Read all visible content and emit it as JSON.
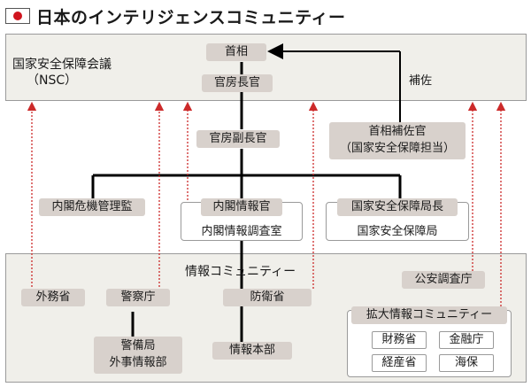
{
  "title": "日本のインテリジェンスコミュニティー",
  "colors": {
    "flag_red": "#d0141e",
    "node_fill": "#d8d1cc",
    "band_fill": "#f0efea",
    "dotted_arrow": "#cc2a2a",
    "line": "#000000"
  },
  "icons": {
    "flag": "japan-flag-icon"
  },
  "nsc": {
    "line1": "国家安全保障会議",
    "line2": "（NSC）"
  },
  "nodes": {
    "prime_minister": "首相",
    "chief_cabinet_secretary": "官房長官",
    "deputy_chief_cabinet_secretary": "官房副長官",
    "pm_aide_line1": "首相補佐官",
    "pm_aide_line2": "（国家安全保障担当）",
    "assist_label": "補佐",
    "crisis_manager": "内閣危機管理監",
    "cabinet_intelligence_director": "内閣情報官",
    "cabinet_intelligence_office": "内閣情報調査室",
    "nss_secretary_general": "国家安全保障局長",
    "nss": "国家安全保障局"
  },
  "community": {
    "label": "情報コミュニティー",
    "mofa": "外務省",
    "npa": "警察庁",
    "npa_sub_line1": "警備局",
    "npa_sub_line2": "外事情報部",
    "mod": "防衛省",
    "mod_sub": "情報本部",
    "psia": "公安調査庁",
    "expanded": {
      "label": "拡大情報コミュニティー",
      "members": [
        "財務省",
        "金融庁",
        "経産省",
        "海保"
      ]
    }
  }
}
